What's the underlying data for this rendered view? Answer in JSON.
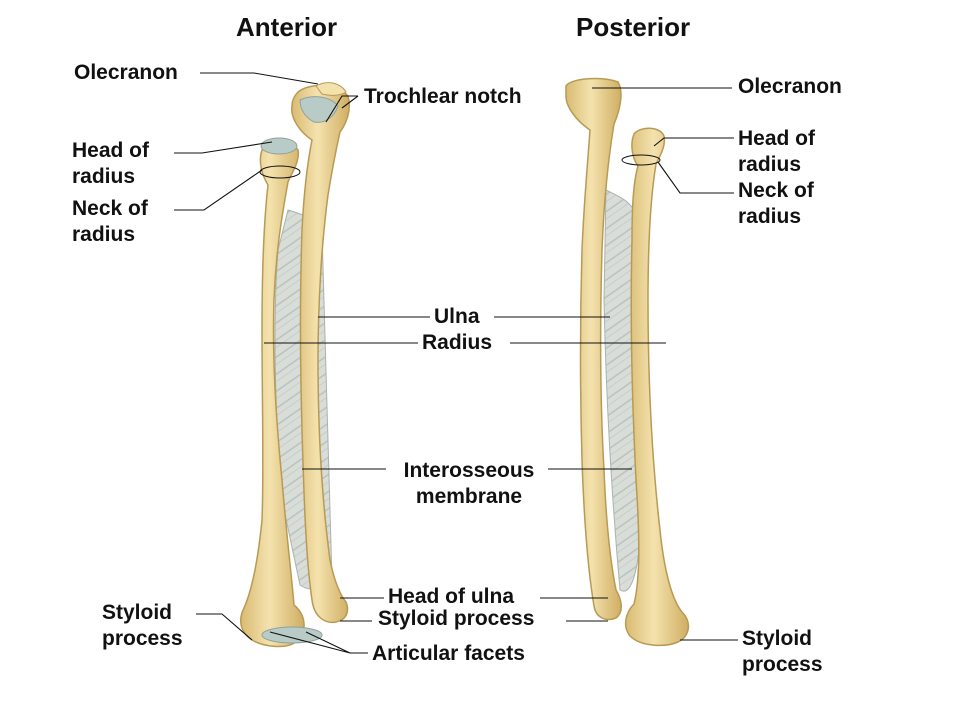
{
  "titles": {
    "anterior": "Anterior",
    "posterior": "Posterior"
  },
  "labels": {
    "olecranon_ant": "Olecranon",
    "trochlear_notch": "Trochlear notch",
    "head_radius_ant_l1": "Head of",
    "head_radius_ant_l2": "radius",
    "neck_radius_ant_l1": "Neck of",
    "neck_radius_ant_l2": "radius",
    "ulna": "Ulna",
    "radius": "Radius",
    "interosseous_l1": "Interosseous",
    "interosseous_l2": "membrane",
    "head_of_ulna": "Head of ulna",
    "styloid_process_mid": "Styloid process",
    "articular_facets": "Articular facets",
    "styloid_ant_l1": "Styloid",
    "styloid_ant_l2": "process",
    "olecranon_post": "Olecranon",
    "head_radius_post_l1": "Head of",
    "head_radius_post_l2": "radius",
    "neck_radius_post_l1": "Neck of",
    "neck_radius_post_l2": "radius",
    "styloid_post_l1": "Styloid",
    "styloid_post_l2": "process"
  },
  "colors": {
    "bone_fill": "#e8cf8e",
    "bone_light": "#f6e6b8",
    "bone_outline": "#b89a55",
    "membrane": "#d6dbd6",
    "membrane_fiber": "#b9c2bd",
    "cartilage": "#b8cbc6",
    "leader": "#111111"
  }
}
